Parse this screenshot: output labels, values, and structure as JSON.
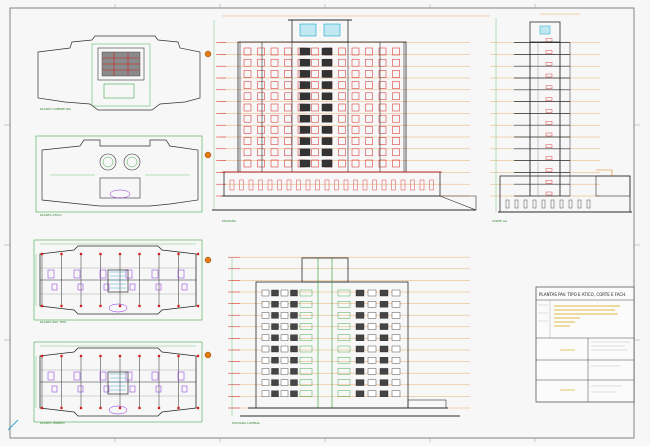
{
  "sheet": {
    "title_block": {
      "title": "PLANTAS PAV. TIPO E ATICO, CORTE E FACH."
    }
  },
  "views": {
    "plan_roof": "PLANTA COBERTURA",
    "plan_attic": "PLANTA ATICO",
    "plan_typical": "PLANTA PAV. TIPO",
    "plan_ground": "PLANTA TERREO",
    "elevation_main": "FACHADA",
    "section": "CORTE AA",
    "elevation_side": "FACHADA LATERAL"
  },
  "colors": {
    "frame": "#555555",
    "walls": "#2b2b2b",
    "structure_red": "#d21f1f",
    "annotation_green": "#1f9d2a",
    "detail_purple": "#8a2be2",
    "level_orange": "#e07b13",
    "cyan": "#1aa3c7"
  }
}
